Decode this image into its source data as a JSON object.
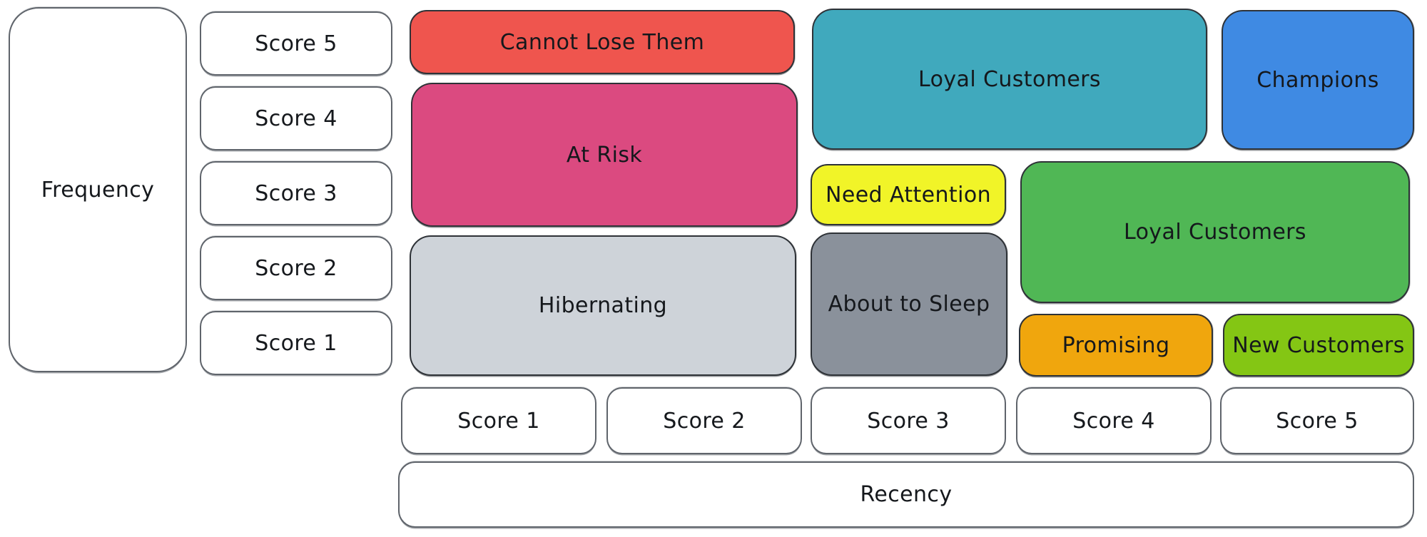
{
  "axes": {
    "frequency": {
      "label": "Frequency",
      "scores": [
        "Score 5",
        "Score 4",
        "Score 3",
        "Score 2",
        "Score 1"
      ]
    },
    "recency": {
      "label": "Recency",
      "scores": [
        "Score 1",
        "Score 2",
        "Score 3",
        "Score 4",
        "Score 5"
      ]
    }
  },
  "segments": [
    {
      "id": "cannot-lose-them",
      "label": "Cannot Lose Them",
      "color": "#ef554e"
    },
    {
      "id": "at-risk",
      "label": "At Risk",
      "color": "#db4a80"
    },
    {
      "id": "hibernating",
      "label": "Hibernating",
      "color": "#ced3d9"
    },
    {
      "id": "loyal-customers-upper",
      "label": "Loyal Customers",
      "color": "#40a9bd"
    },
    {
      "id": "need-attention",
      "label": "Need Attention",
      "color": "#f1f428"
    },
    {
      "id": "about-to-sleep",
      "label": "About to Sleep",
      "color": "#8a919b"
    },
    {
      "id": "champions",
      "label": "Champions",
      "color": "#3f8ae3"
    },
    {
      "id": "loyal-customers-lower",
      "label": "Loyal Customers",
      "color": "#50b755"
    },
    {
      "id": "promising",
      "label": "Promising",
      "color": "#f0a60d"
    },
    {
      "id": "new-customers",
      "label": "New Customers",
      "color": "#84c614"
    }
  ],
  "style_colors": {
    "segment_border": "#2e3237",
    "outline_border": "#5f646b",
    "text": "#15181c",
    "background": "#ffffff"
  }
}
